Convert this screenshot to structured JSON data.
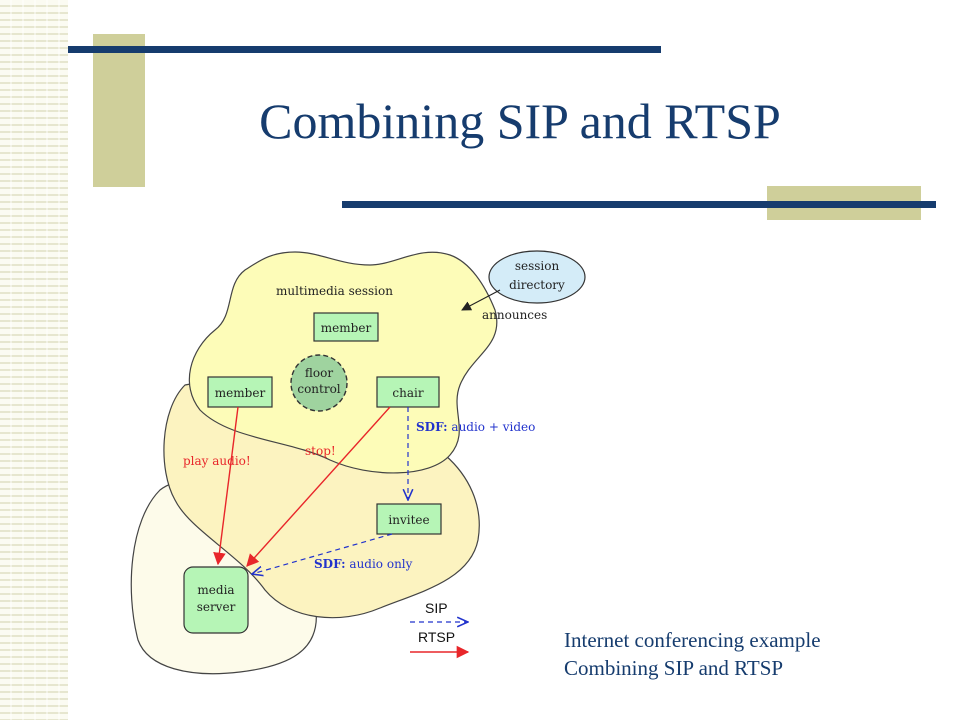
{
  "slide": {
    "title": "Combining SIP and RTSP",
    "caption_lines": [
      "Internet conferencing example",
      "Combining SIP and RTSP"
    ]
  },
  "diagram": {
    "multimedia_session_label": "multimedia session",
    "session_directory_label_1": "session",
    "session_directory_label_2": "directory",
    "announces_label": "announces",
    "member_top": "member",
    "member_left": "member",
    "floor_control_1": "floor",
    "floor_control_2": "control",
    "chair": "chair",
    "invitee": "invitee",
    "media_server_1": "media",
    "media_server_2": "server",
    "play_audio": "play audio!",
    "stop": "stop!",
    "sdf_audio_video_prefix": "SDF:",
    "sdf_audio_video_rest": " audio + video",
    "sdf_audio_only_prefix": "SDF:",
    "sdf_audio_only_rest": " audio only",
    "legend_sip": "SIP",
    "legend_rtsp": "RTSP"
  },
  "colors": {
    "title": "#163c6e",
    "bar_navy": "#163c6e",
    "bar_olive": "#cfcf9a",
    "session_fill": "#fdfcb8",
    "mid_fill": "#fcf3c0",
    "outer_fill": "#fdfbea",
    "box_fill": "#b6f5b6",
    "rtsp": "#e8262a",
    "sip": "#2233cc"
  }
}
